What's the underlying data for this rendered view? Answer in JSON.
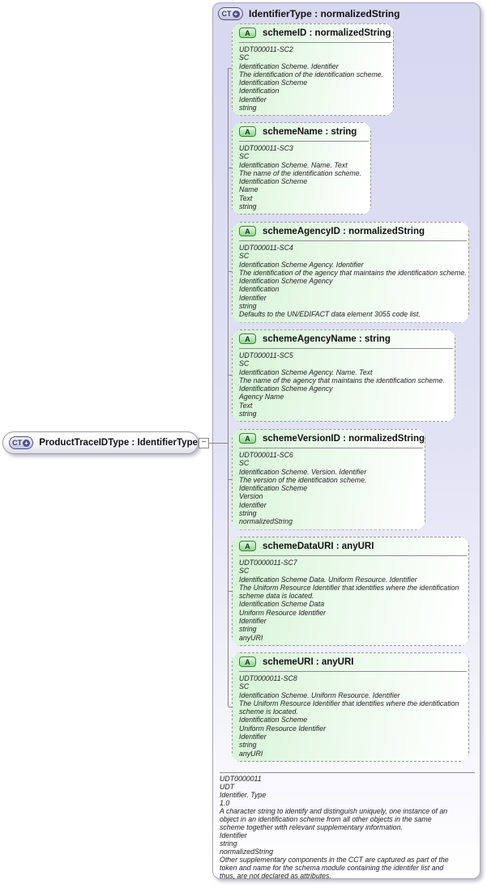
{
  "diagram": {
    "icons": {
      "complex_type_badge": "CT",
      "attribute_badge": "A",
      "plus_glyph": "+",
      "collapse_glyph": "−"
    },
    "colors": {
      "container_fill": "#dcdcf4",
      "attribute_fill": "#d9f6d9",
      "attribute_badge_green": "#8fd68f",
      "badge_purple": "#50508a",
      "connector_line": "#888888"
    },
    "root_node": {
      "title": "ProductTraceIDType : IdentifierType"
    },
    "complex_type": {
      "title": "IdentifierType : normalizedString",
      "attributes": [
        {
          "title": "schemeID : normalizedString",
          "lines": [
            "UDT000011-SC2",
            "SC",
            "Identification Scheme. Identifier",
            "The identification of the identification scheme.",
            "Identification Scheme",
            "Identification",
            "Identifier",
            "string"
          ]
        },
        {
          "title": "schemeName : string",
          "lines": [
            "UDT000011-SC3",
            "SC",
            "Identification Scheme. Name. Text",
            "The name of the identification scheme.",
            "Identification Scheme",
            "Name",
            "Text",
            "string"
          ]
        },
        {
          "title": "schemeAgencyID : normalizedString",
          "lines": [
            "UDT000011-SC4",
            "SC",
            "Identification Scheme Agency. Identifier",
            "The identification of the agency that maintains the identification scheme.",
            "Identification Scheme Agency",
            "Identification",
            "Identifier",
            "string",
            "Defaults to the UN/EDIFACT data element 3055 code list."
          ]
        },
        {
          "title": "schemeAgencyName : string",
          "lines": [
            "UDT000011-SC5",
            "SC",
            "Identification Scheme Agency. Name. Text",
            "The name of the agency that maintains the identification scheme.",
            "Identification Scheme Agency",
            "Agency Name",
            "Text",
            "string"
          ]
        },
        {
          "title": "schemeVersionID : normalizedString",
          "lines": [
            "UDT000011-SC6",
            "SC",
            "Identification Scheme. Version. Identifier",
            "The version of the identification scheme.",
            "Identification Scheme",
            "Version",
            "Identifier",
            "string",
            "normalizedString"
          ]
        },
        {
          "title": "schemeDataURI : anyURI",
          "lines": [
            "UDT0000011-SC7",
            "SC",
            "Identification Scheme Data. Uniform Resource. Identifier",
            "The Uniform Resource Identifier that identifies where the identification",
            "scheme data is located.",
            "Identification Scheme Data",
            "Uniform Resource Identifier",
            "Identifier",
            "string",
            "anyURI"
          ]
        },
        {
          "title": "schemeURI : anyURI",
          "lines": [
            "UDT0000011-SC8",
            "SC",
            "Identification Scheme. Uniform Resource. Identifier",
            "The Uniform Resource Identifier that identifies where the identification",
            "scheme is located.",
            "Identification Scheme",
            "Uniform Resource Identifier",
            "Identifier",
            "string",
            "anyURI"
          ]
        }
      ],
      "footer_lines": [
        "UDT0000011",
        "UDT",
        "Identifier. Type",
        "1.0",
        "A character string to identify and distinguish uniquely, one instance of an",
        "object in an identification scheme from all other objects in the same",
        "scheme together with relevant supplementary information.",
        "Identifier",
        "string",
        "normalizedString",
        "Other supplementary components in the CCT are captured as part of the",
        "token and name for the schema module containing the identifer list and",
        "thus, are not declared as attributes."
      ]
    }
  }
}
